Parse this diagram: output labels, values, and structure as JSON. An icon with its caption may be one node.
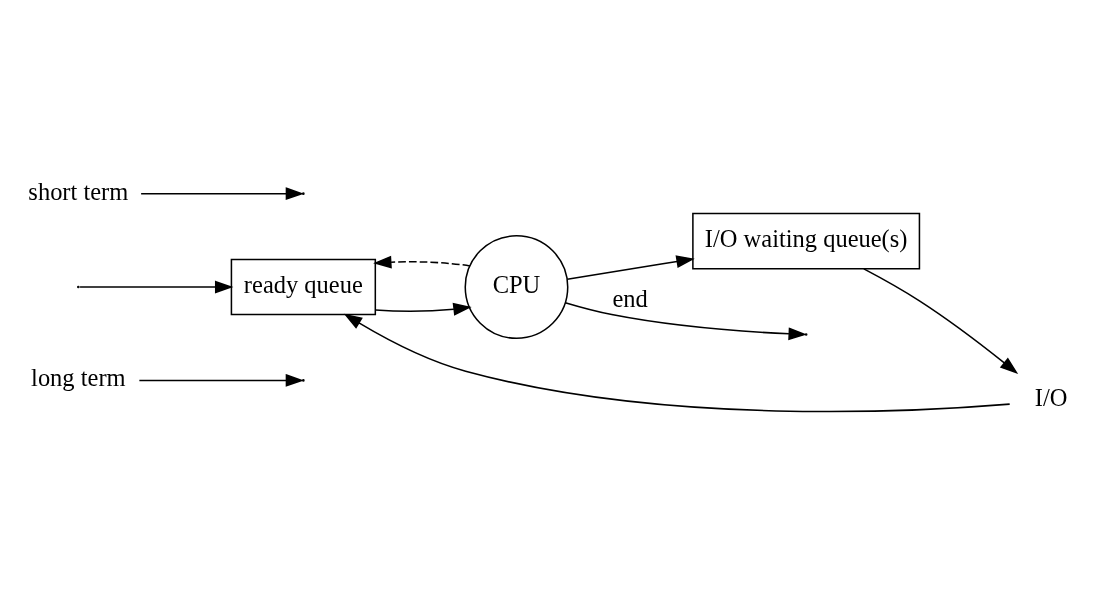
{
  "diagram": {
    "nodes": [
      {
        "text": [
          "long term"
        ]
      },
      {
        "text": [
          "ready queue"
        ]
      },
      {
        "text": [
          "short term"
        ]
      },
      {
        "text": [
          "CPU"
        ]
      },
      {
        "text": [
          "I/O waiting queue(s)"
        ]
      },
      {
        "text": [
          "I/O"
        ]
      }
    ],
    "edges": [
      {
        "from": null,
        "to": 1,
        "arrow": "to"
      },
      {
        "from": 0,
        "to": null,
        "arrow": "to"
      },
      {
        "from": 1,
        "to": 3,
        "arrow": "to"
      },
      {
        "from": 2,
        "to": null,
        "arrow": "to"
      },
      {
        "from": 3,
        "to": 1,
        "arrow": "to",
        "style": "dashed"
      },
      {
        "from": 3,
        "to": null,
        "arrow": "to",
        "label": "end"
      },
      {
        "from": 3,
        "to": 4,
        "arrow": "to"
      },
      {
        "from": 4,
        "to": 5,
        "arrow": "to"
      },
      {
        "from": 5,
        "to": 1,
        "arrow": "to"
      }
    ]
  }
}
